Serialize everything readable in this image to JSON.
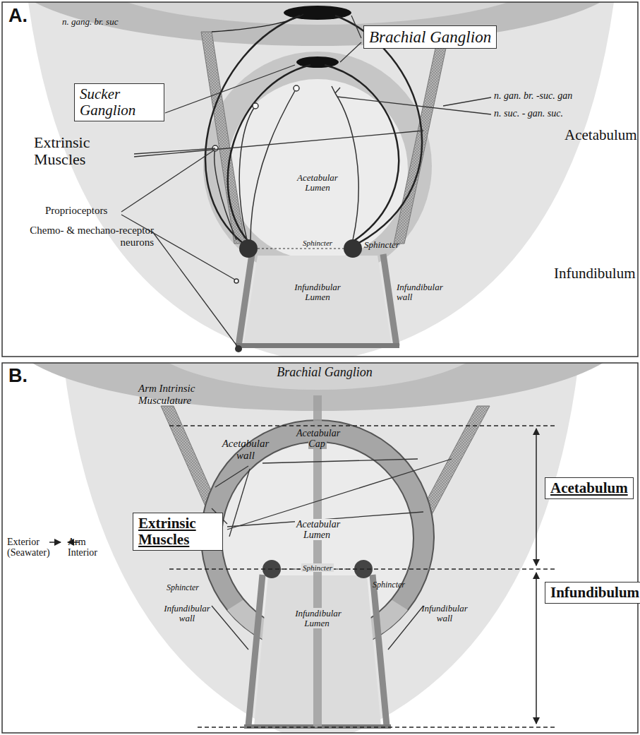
{
  "diagram": {
    "nodes": [
      {
        "text": [
          "Brachial Ganglion"
        ]
      },
      {
        "text": [
          "Sucker Ganglion"
        ]
      },
      {
        "text": [
          "Extrinsic Muscles"
        ]
      },
      {
        "text": [
          "Acetabulum"
        ]
      },
      {
        "text": [
          "Infundibulum"
        ]
      }
    ],
    "labels": [
      "A.",
      "n. gang. br. suc",
      "n. gan. br. -suc. gan",
      "n. suc. - gan. suc.",
      "Extrinsic Muscles",
      "Acetabulum",
      "Acetabular Lumen",
      "Proprioceptors",
      "Chemo- & mechano-receptor neurons",
      "Sphincter",
      "Sphincter",
      "Infundibular Lumen",
      "Infundibular wall",
      "Infundibulum",
      "B.",
      "Brachial Ganglion",
      "Arm Intrinsic Musculature",
      "Acetabular wall",
      "Acetabular Cap",
      "Acetabular Lumen",
      "Exterior (Seawater)",
      "Arm Interior",
      "Sphincter",
      "Sphincter",
      "Sphincter",
      "Infundibular wall",
      "Infundibular Lumen",
      "Infundibular wall"
    ]
  }
}
